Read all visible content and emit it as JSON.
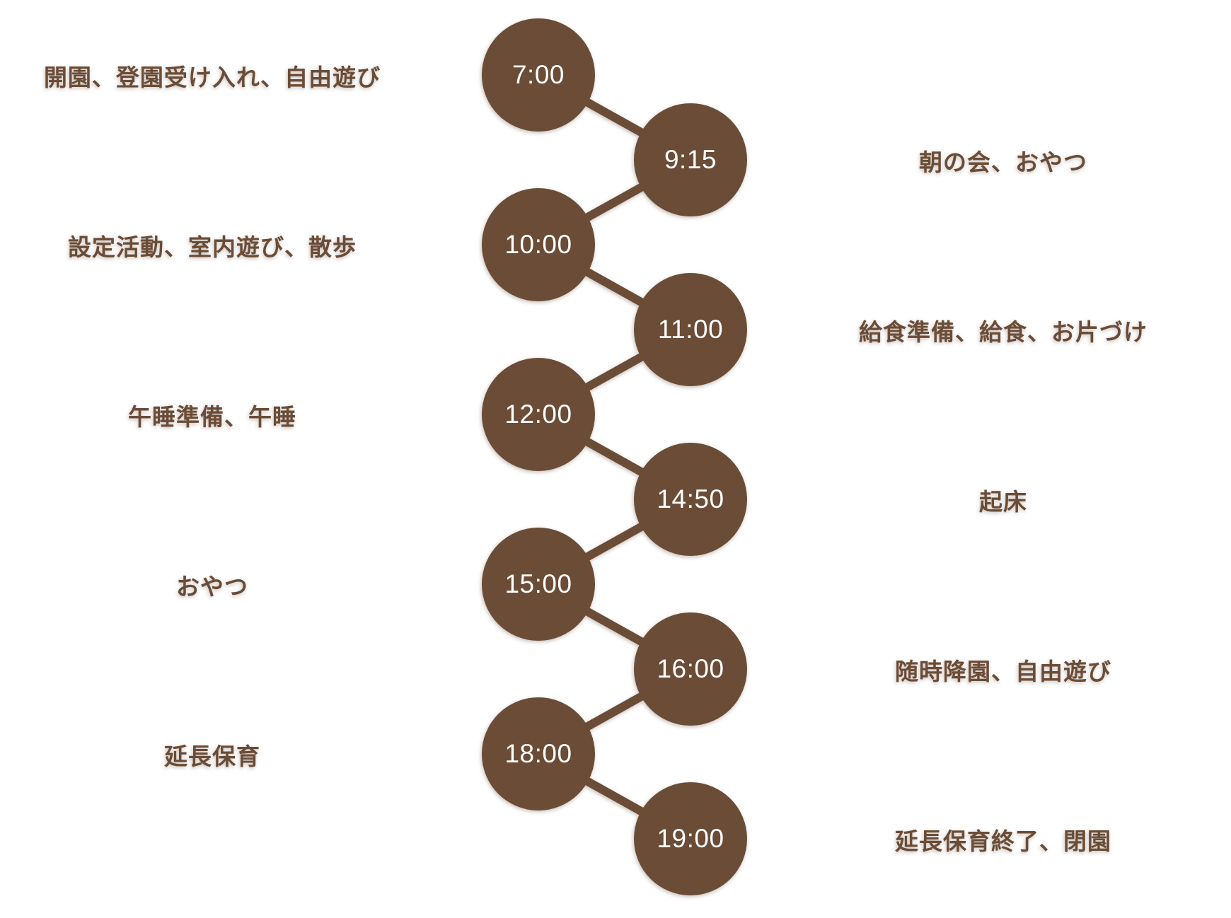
{
  "diagram": {
    "name": "nursery-daily-schedule-timeline",
    "type": "zigzag-timeline",
    "items": [
      {
        "time": "7:00",
        "label": "開園、登園受け入れ、自由遊び",
        "side": "left"
      },
      {
        "time": "9:15",
        "label": "朝の会、おやつ",
        "side": "right"
      },
      {
        "time": "10:00",
        "label": "設定活動、室内遊び、散歩",
        "side": "left"
      },
      {
        "time": "11:00",
        "label": "給食準備、給食、お片づけ",
        "side": "right"
      },
      {
        "time": "12:00",
        "label": "午睡準備、午睡",
        "side": "left"
      },
      {
        "time": "14:50",
        "label": "起床",
        "side": "right"
      },
      {
        "time": "15:00",
        "label": "おやつ",
        "side": "left"
      },
      {
        "time": "16:00",
        "label": "随時降園、自由遊び",
        "side": "right"
      },
      {
        "time": "18:00",
        "label": "延長保育",
        "side": "left"
      },
      {
        "time": "19:00",
        "label": "延長保育終了、閉園",
        "side": "right"
      }
    ],
    "colors": {
      "node_fill": "#6B4C36",
      "node_text": "#FFFFFF",
      "label_text": "#6B4C36",
      "connector": "#6B4C36",
      "background": "#FFFFFF"
    }
  }
}
